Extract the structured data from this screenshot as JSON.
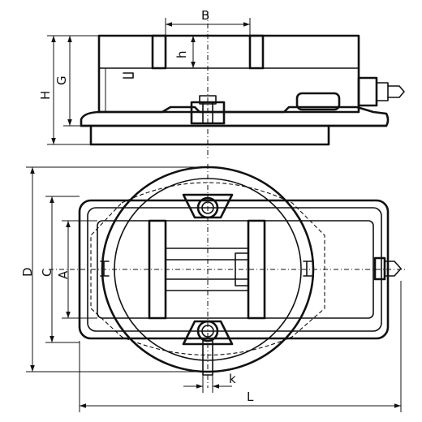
{
  "dimensions": {
    "B": "B",
    "h": "h",
    "G": "G",
    "H": "H",
    "D": "D",
    "C": "C",
    "A": "A",
    "k": "k",
    "L": "L"
  }
}
